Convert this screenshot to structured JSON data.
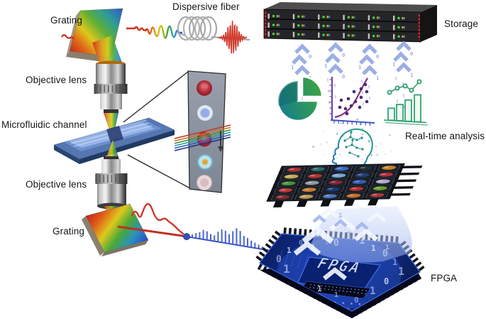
{
  "labels": {
    "grating_top": "Grating",
    "dispersive_fiber": "Dispersive fiber",
    "objective_lens_top": "Objective lens",
    "microfluidic_channel": "Microfluidic channel",
    "objective_lens_bottom": "Objective lens",
    "grating_bottom": "Grating",
    "storage": "Storage",
    "realtime_analysis": "Real-time analysis",
    "fpga": "FPGA"
  },
  "fpga_chip": {
    "label": "FPGA",
    "digits": [
      "0",
      "1",
      "1",
      "0",
      "1",
      "0",
      "0",
      "1",
      "1",
      "1",
      "0",
      "1",
      "1",
      "0",
      "1",
      "0",
      "1",
      "1",
      "0",
      "1",
      "1",
      "0",
      "0",
      "1",
      "1"
    ]
  },
  "data_streams": {
    "digits": [
      "0",
      "1",
      "1",
      "0",
      "1",
      "0",
      "0",
      "1",
      "1",
      "0",
      "1",
      "1"
    ]
  },
  "signal": {
    "spike_heights": [
      4,
      7,
      9,
      13,
      12,
      9,
      8,
      14,
      18,
      17,
      13,
      18,
      23,
      20,
      14,
      12,
      9,
      7,
      5,
      3
    ]
  },
  "cell_grid": {
    "tile_colors": [
      "#b83030",
      "#2a6f6a",
      "#3a6fd0",
      "#22303a",
      "#d08a2a",
      "#c8b45a",
      "#c03434",
      "#7ab0e0",
      "#24407a",
      "#b83040",
      "#4a9a3a",
      "#9aa0a8",
      "#8a2838",
      "#3a5fc0",
      "#b8b0d8",
      "#c23a3a",
      "#d08030",
      "#1a3a7a",
      "#c03030",
      "#6aa82a",
      "#8a2a2a",
      "#c8a060",
      "#4a7ac0",
      "#d0702a",
      "#b03838"
    ]
  },
  "icons": {
    "pie": "pie-chart",
    "scatter": "scatter-plot",
    "bars": "bar-chart",
    "brain": "neural-network-brain",
    "storage": "server-rack",
    "chip": "fpga-chip",
    "streams": "data-stream-arrows"
  },
  "colors": {
    "signal_red": "#d0392a",
    "signal_blue": "#3a55c8",
    "stream_blue": "#8fa3e0",
    "chip_blue": "#12307f",
    "analysis_green": "#2a9e6a",
    "analysis_teal": "#1a7f8a",
    "analysis_purple": "#5a2d8a"
  }
}
